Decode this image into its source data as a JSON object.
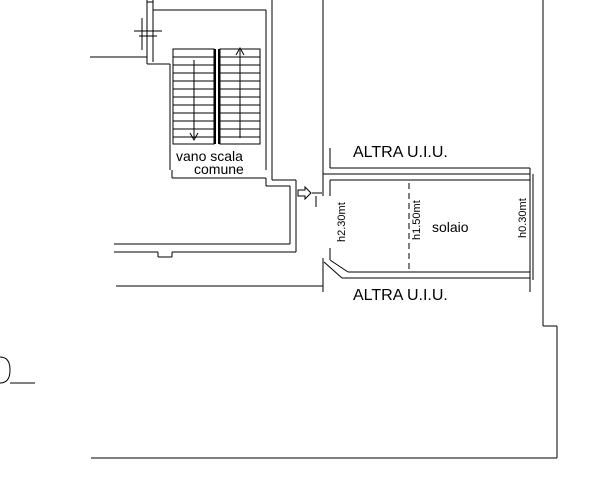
{
  "plan": {
    "stair_label_1": "vano scala",
    "stair_label_2": "comune",
    "top_unit_label": "ALTRA U.I.U.",
    "bottom_unit_label": "ALTRA U.I.U.",
    "room_label": "solaio",
    "height_left": "h2.30mt",
    "height_middle": "h1.50mt",
    "height_right": "h0.30mt"
  }
}
